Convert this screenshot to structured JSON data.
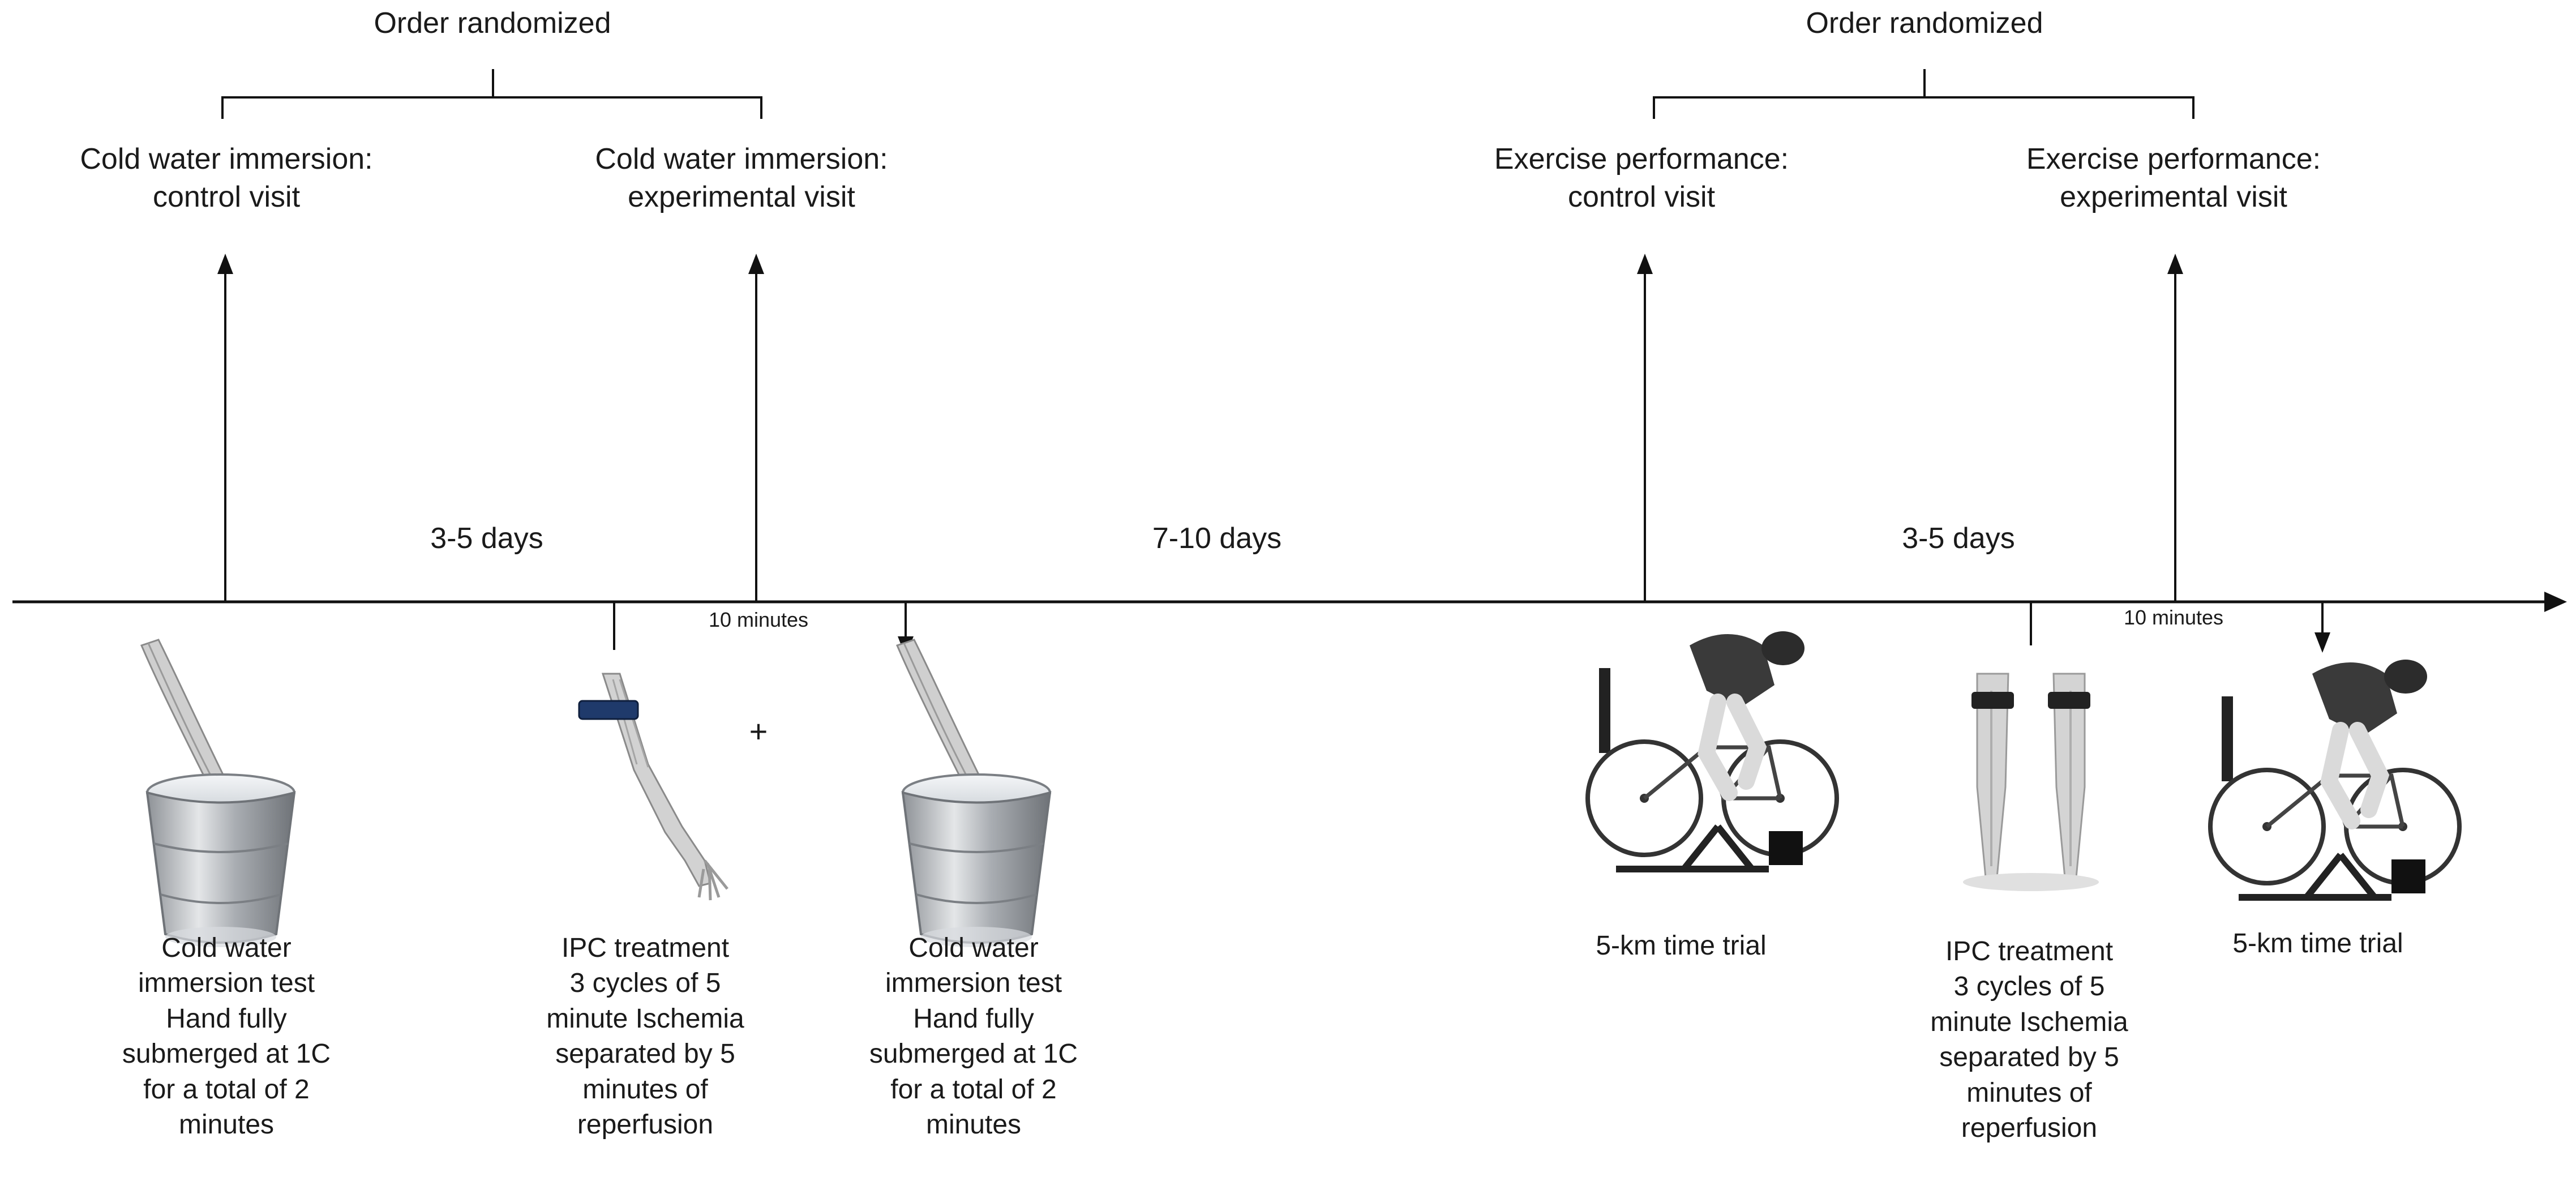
{
  "phase1": {
    "group_label": "Order randomized",
    "control_visit": [
      "Cold water immersion:",
      "control visit"
    ],
    "experimental_visit": [
      "Cold water immersion:",
      "experimental visit"
    ],
    "interval": "3-5  days"
  },
  "middle_interval": "7-10  days",
  "phase2": {
    "group_label": "Order randomized",
    "control_visit": [
      "Exercise performance:",
      "control visit"
    ],
    "experimental_visit": [
      "Exercise performance:",
      "experimental visit"
    ],
    "interval": "3-5  days"
  },
  "delays": {
    "cwi_delay": "10 minutes",
    "exercise_delay": "10 minutes"
  },
  "plus_sign": "+",
  "captions": {
    "cwi_control": [
      "Cold water",
      "immersion test",
      "Hand fully",
      "submerged at 1C",
      "for a total of 2",
      "minutes"
    ],
    "ipc_arm": [
      "IPC treatment",
      "3 cycles of 5",
      "minute Ischemia",
      "separated by 5",
      "minutes of",
      "reperfusion"
    ],
    "cwi_experimental": [
      "Cold water",
      "immersion test",
      "Hand fully",
      "submerged at 1C",
      "for a total of 2",
      "minutes"
    ],
    "tt_control": [
      "5-km time trial"
    ],
    "ipc_legs": [
      "IPC treatment",
      "3 cycles of 5",
      "minute Ischemia",
      "separated by 5",
      "minutes of",
      "reperfusion"
    ],
    "tt_experimental": [
      "5-km time trial"
    ]
  },
  "colors": {
    "line": "#111111",
    "cuff": "#1f3a6b",
    "metal": "#b9bdc2",
    "skin": "#cfcfcf"
  }
}
